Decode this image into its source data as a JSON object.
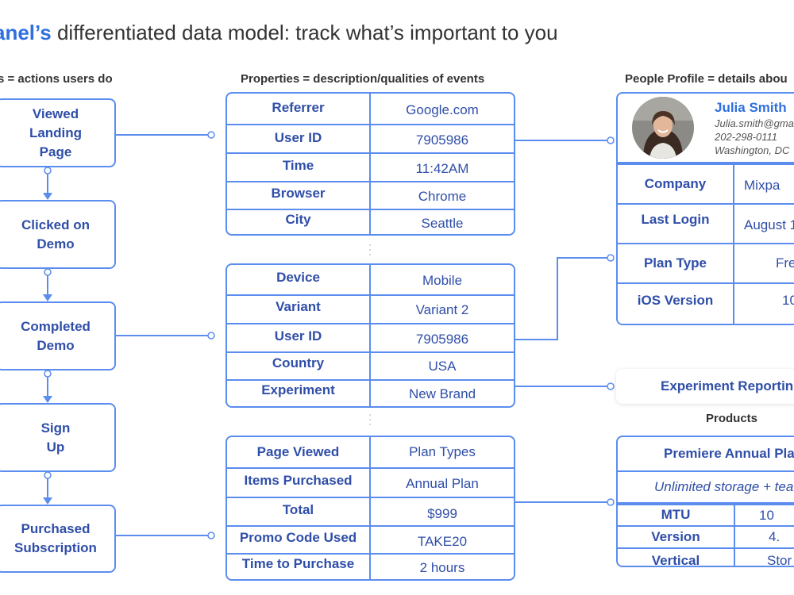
{
  "title": {
    "brand": "anel’s",
    "rest": " differentiated data model: track what’s important to you"
  },
  "headers": {
    "events": "ts = actions users do",
    "properties": "Properties = description/qualities of events",
    "profile": "People Profile = details abou",
    "products": "Products"
  },
  "events": [
    {
      "label": "Viewed\nLanding\nPage"
    },
    {
      "label": "Clicked on\nDemo"
    },
    {
      "label": "Completed\nDemo"
    },
    {
      "label": "Sign\nUp"
    },
    {
      "label": "Purchased\nSubscription"
    }
  ],
  "property_tables": [
    {
      "rows": [
        {
          "key": "Referrer",
          "value": "Google.com"
        },
        {
          "key": "User ID",
          "value": "7905986"
        },
        {
          "key": "Time",
          "value": "11:42AM"
        },
        {
          "key": "Browser",
          "value": "Chrome"
        },
        {
          "key": "City",
          "value": "Seattle"
        }
      ]
    },
    {
      "rows": [
        {
          "key": "Device",
          "value": "Mobile"
        },
        {
          "key": "Variant",
          "value": "Variant 2"
        },
        {
          "key": "User ID",
          "value": "7905986"
        },
        {
          "key": "Country",
          "value": "USA"
        },
        {
          "key": "Experiment",
          "value": "New Brand"
        }
      ]
    },
    {
      "rows": [
        {
          "key": "Page Viewed",
          "value": "Plan Types"
        },
        {
          "key": "Items Purchased",
          "value": "Annual Plan"
        },
        {
          "key": "Total",
          "value": "$999"
        },
        {
          "key": "Promo Code Used",
          "value": "TAKE20"
        },
        {
          "key": "Time to Purchase",
          "value": "2 hours"
        }
      ]
    }
  ],
  "profile": {
    "name": "Julia Smith",
    "email": "Julia.smith@gma",
    "phone": "202-298-0111",
    "location": "Washington, DC",
    "rows": [
      {
        "key": "Company",
        "value": "Mixpa"
      },
      {
        "key": "Last Login",
        "value": "August 1"
      },
      {
        "key": "Plan Type",
        "value": "Fre"
      },
      {
        "key": "iOS Version",
        "value": "10"
      }
    ]
  },
  "experiment_reporting": "Experiment Reportin",
  "product": {
    "name": "Premiere Annual Pla",
    "description": "Unlimited storage + tea",
    "rows": [
      {
        "key": "MTU",
        "value": "10"
      },
      {
        "key": "Version",
        "value": "4."
      },
      {
        "key": "Vertical",
        "value": "Stor"
      }
    ]
  },
  "colors": {
    "accent": "#5b8def",
    "text": "#2f4ea8",
    "brand": "#2f6fe0"
  },
  "icons": {
    "avatar": "profile-photo"
  }
}
